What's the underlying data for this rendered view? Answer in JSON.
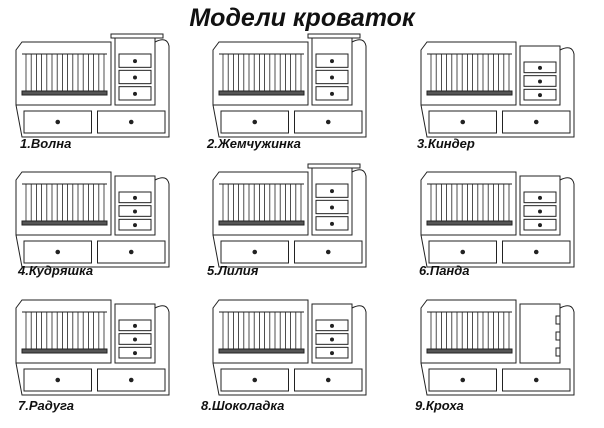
{
  "title": "Модели кроваток",
  "models": [
    {
      "label": "1.Волна",
      "variant": "wave"
    },
    {
      "label": "2.Жемчужинка",
      "variant": "pearl"
    },
    {
      "label": "3.Киндер",
      "variant": "kinder"
    },
    {
      "label": "4.Кудряшка",
      "variant": "curly"
    },
    {
      "label": "5.Лилия",
      "variant": "lily"
    },
    {
      "label": "6.Панда",
      "variant": "panda"
    },
    {
      "label": "7.Радуга",
      "variant": "rainbow"
    },
    {
      "label": "8.Шоколадка",
      "variant": "chocolate"
    },
    {
      "label": "9.Кроха",
      "variant": "kroha"
    }
  ]
}
